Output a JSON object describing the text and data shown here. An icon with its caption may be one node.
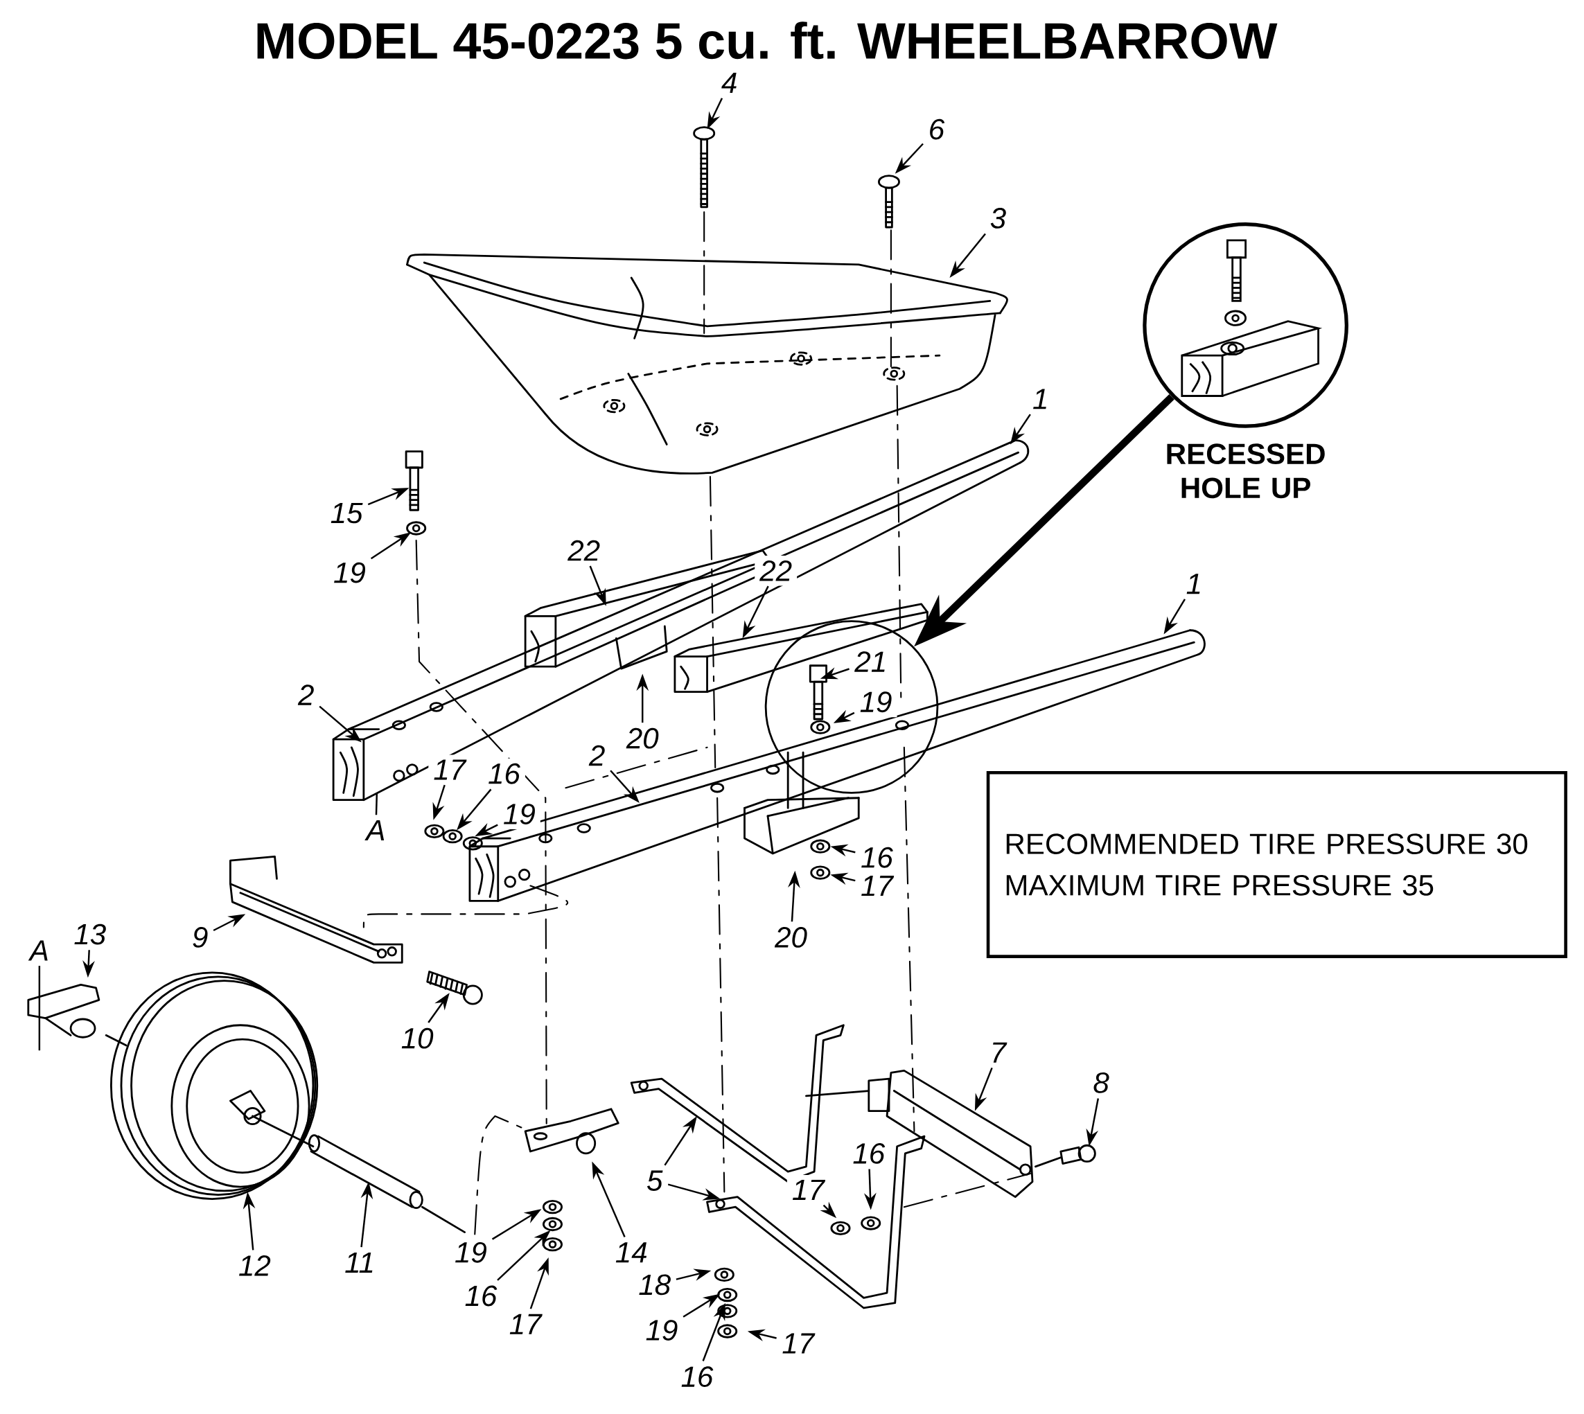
{
  "diagram": {
    "title": "MODEL 45-0223 5 cu. ft. WHEELBARROW",
    "nodes": [
      {
        "text": [
          "4"
        ]
      },
      {
        "text": [
          "6"
        ]
      },
      {
        "text": [
          "3"
        ]
      },
      {
        "text": [
          "RECESSED HOLE UP"
        ]
      },
      {
        "text": [
          "1"
        ]
      },
      {
        "text": [
          "15"
        ]
      },
      {
        "text": [
          "19"
        ]
      },
      {
        "text": [
          "22"
        ]
      },
      {
        "text": [
          "22"
        ]
      },
      {
        "text": [
          "1"
        ]
      },
      {
        "text": [],
        "shape": "circle"
      },
      {
        "text": [
          "21"
        ],
        "in": 10
      },
      {
        "text": [
          "19"
        ],
        "in": 10
      },
      {
        "text": [
          "2"
        ]
      },
      {
        "text": [
          "20"
        ]
      },
      {
        "text": [
          "2"
        ]
      },
      {
        "text": [
          "17"
        ]
      },
      {
        "text": [
          "16"
        ]
      },
      {
        "text": [
          "19"
        ]
      },
      {
        "text": [
          "A"
        ]
      },
      {
        "text": [
          "RECOMMENDED TIRE PRESSURE 30",
          "MAXIMUM TIRE PRESSURE 35"
        ]
      },
      {
        "text": [
          "16"
        ]
      },
      {
        "text": [
          "17"
        ]
      },
      {
        "text": [
          "20"
        ]
      },
      {
        "text": [
          "13"
        ]
      },
      {
        "text": [
          "A"
        ]
      },
      {
        "text": [
          "9"
        ]
      },
      {
        "text": [
          "10"
        ]
      },
      {
        "text": [
          "7"
        ]
      },
      {
        "text": [
          "8"
        ]
      },
      {
        "text": [
          "5"
        ]
      },
      {
        "text": [
          "16"
        ]
      },
      {
        "text": [
          "17"
        ]
      },
      {
        "text": [
          "12"
        ]
      },
      {
        "text": [
          "11"
        ]
      },
      {
        "text": [
          "19"
        ]
      },
      {
        "text": [
          "14"
        ]
      },
      {
        "text": [
          "16"
        ]
      },
      {
        "text": [
          "17"
        ]
      },
      {
        "text": [
          "18"
        ]
      },
      {
        "text": [
          "19"
        ]
      },
      {
        "text": [
          "17"
        ]
      },
      {
        "text": [
          "16"
        ]
      }
    ],
    "edges": [
      {
        "from": 0,
        "to": null,
        "arrow": "to"
      },
      {
        "from": 1,
        "to": null,
        "arrow": "to"
      },
      {
        "from": 2,
        "to": null,
        "arrow": "to"
      },
      {
        "from": 4,
        "to": null,
        "arrow": "to"
      },
      {
        "from": 5,
        "to": null,
        "arrow": "to"
      },
      {
        "from": 6,
        "to": null,
        "arrow": "to"
      },
      {
        "from": 7,
        "to": null,
        "arrow": "to"
      },
      {
        "from": 8,
        "to": null,
        "arrow": "to"
      },
      {
        "from": 9,
        "to": null,
        "arrow": "to"
      },
      {
        "from": 11,
        "to": null,
        "arrow": "to"
      },
      {
        "from": 12,
        "to": null,
        "arrow": "to"
      },
      {
        "from": 13,
        "to": null,
        "arrow": "to"
      },
      {
        "from": 14,
        "to": null,
        "arrow": "to"
      },
      {
        "from": 15,
        "to": null,
        "arrow": "to"
      },
      {
        "from": 16,
        "to": null,
        "arrow": "to"
      },
      {
        "from": 17,
        "to": null,
        "arrow": "to"
      },
      {
        "from": 18,
        "to": null,
        "arrow": "to"
      },
      {
        "from": 19,
        "to": null,
        "arrow": "none"
      },
      {
        "from": 21,
        "to": null,
        "arrow": "to"
      },
      {
        "from": 22,
        "to": null,
        "arrow": "to"
      },
      {
        "from": 23,
        "to": null,
        "arrow": "to"
      },
      {
        "from": 24,
        "to": null,
        "arrow": "to"
      },
      {
        "from": 25,
        "to": null,
        "arrow": "none"
      },
      {
        "from": 26,
        "to": null,
        "arrow": "to"
      },
      {
        "from": 27,
        "to": null,
        "arrow": "to"
      },
      {
        "from": 28,
        "to": null,
        "arrow": "to"
      },
      {
        "from": 29,
        "to": null,
        "arrow": "to"
      },
      {
        "from": 30,
        "to": null,
        "arrow": "to"
      },
      {
        "from": 30,
        "to": null,
        "arrow": "to"
      },
      {
        "from": 31,
        "to": null,
        "arrow": "to"
      },
      {
        "from": 32,
        "to": null,
        "arrow": "to"
      },
      {
        "from": 33,
        "to": null,
        "arrow": "to"
      },
      {
        "from": 34,
        "to": null,
        "arrow": "to"
      },
      {
        "from": 35,
        "to": null,
        "arrow": "to"
      },
      {
        "from": 36,
        "to": null,
        "arrow": "to"
      },
      {
        "from": 37,
        "to": null,
        "arrow": "to"
      },
      {
        "from": 38,
        "to": null,
        "arrow": "to"
      },
      {
        "from": 39,
        "to": null,
        "arrow": "to"
      },
      {
        "from": 40,
        "to": null,
        "arrow": "to"
      },
      {
        "from": 41,
        "to": null,
        "arrow": "to"
      },
      {
        "from": 42,
        "to": null,
        "arrow": "to"
      },
      {
        "from": 3,
        "to": 10,
        "arrow": "to",
        "style": "thick"
      }
    ]
  }
}
